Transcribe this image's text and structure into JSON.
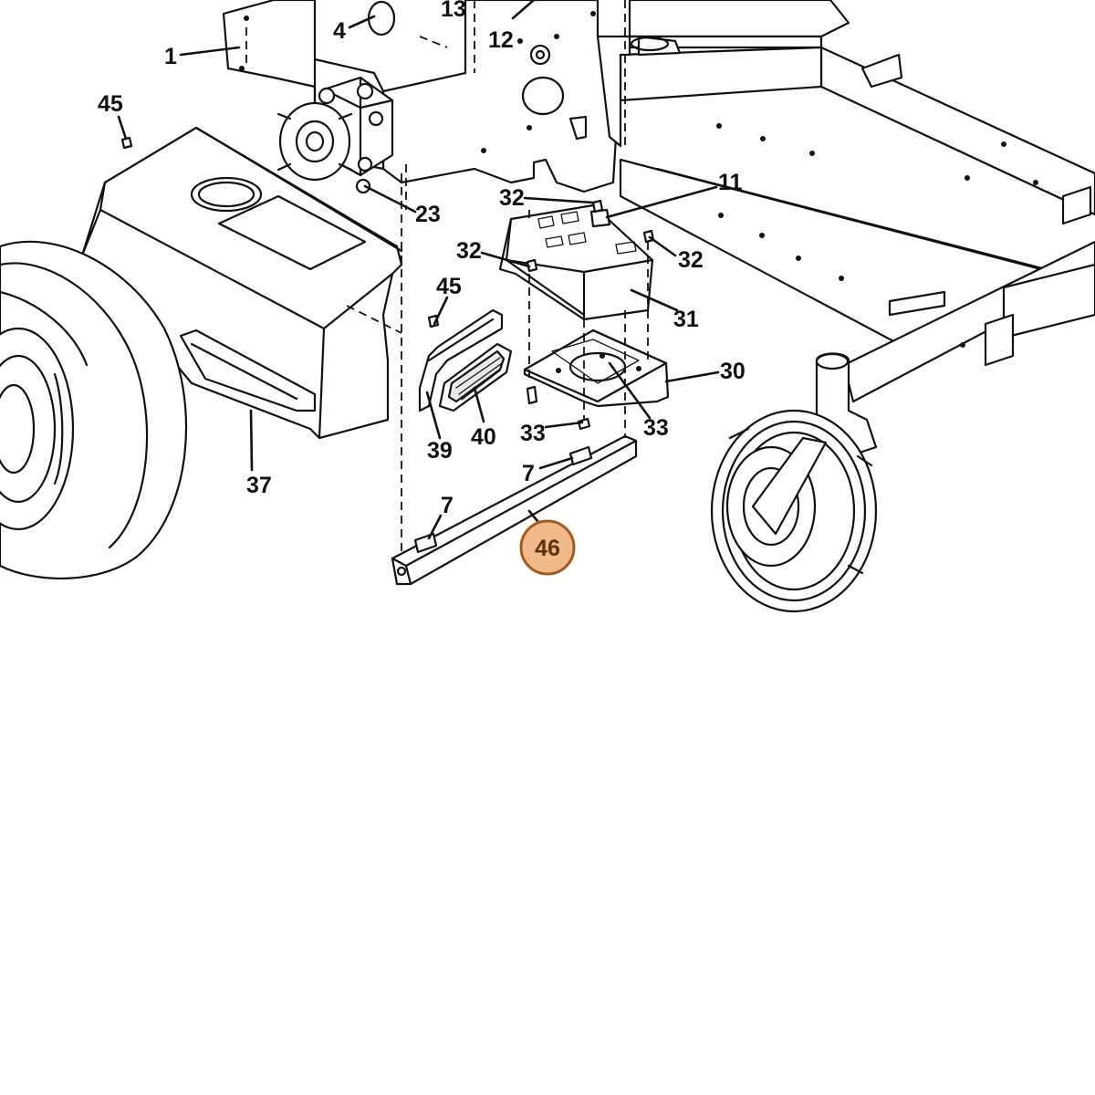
{
  "colors": {
    "background": "#ffffff",
    "line": "#111111",
    "highlight_fill": "#f0b98a",
    "highlight_stroke": "#a45b22",
    "highlight_text": "#5a3410"
  },
  "diagram": {
    "callouts": [
      {
        "id": "c1",
        "label": "1"
      },
      {
        "id": "c4",
        "label": "4"
      },
      {
        "id": "c13",
        "label": "13"
      },
      {
        "id": "c12",
        "label": "12"
      },
      {
        "id": "c45a",
        "label": "45"
      },
      {
        "id": "c23",
        "label": "23"
      },
      {
        "id": "c32a",
        "label": "32"
      },
      {
        "id": "c11",
        "label": "11"
      },
      {
        "id": "c32b",
        "label": "32"
      },
      {
        "id": "c32c",
        "label": "32"
      },
      {
        "id": "c45b",
        "label": "45"
      },
      {
        "id": "c31",
        "label": "31"
      },
      {
        "id": "c30",
        "label": "30"
      },
      {
        "id": "c33a",
        "label": "33"
      },
      {
        "id": "c33b",
        "label": "33"
      },
      {
        "id": "c39",
        "label": "39"
      },
      {
        "id": "c40",
        "label": "40"
      },
      {
        "id": "c7a",
        "label": "7"
      },
      {
        "id": "c37",
        "label": "37"
      },
      {
        "id": "c7b",
        "label": "7"
      }
    ],
    "highlighted_callout": {
      "id": "c46",
      "label": "46"
    }
  }
}
